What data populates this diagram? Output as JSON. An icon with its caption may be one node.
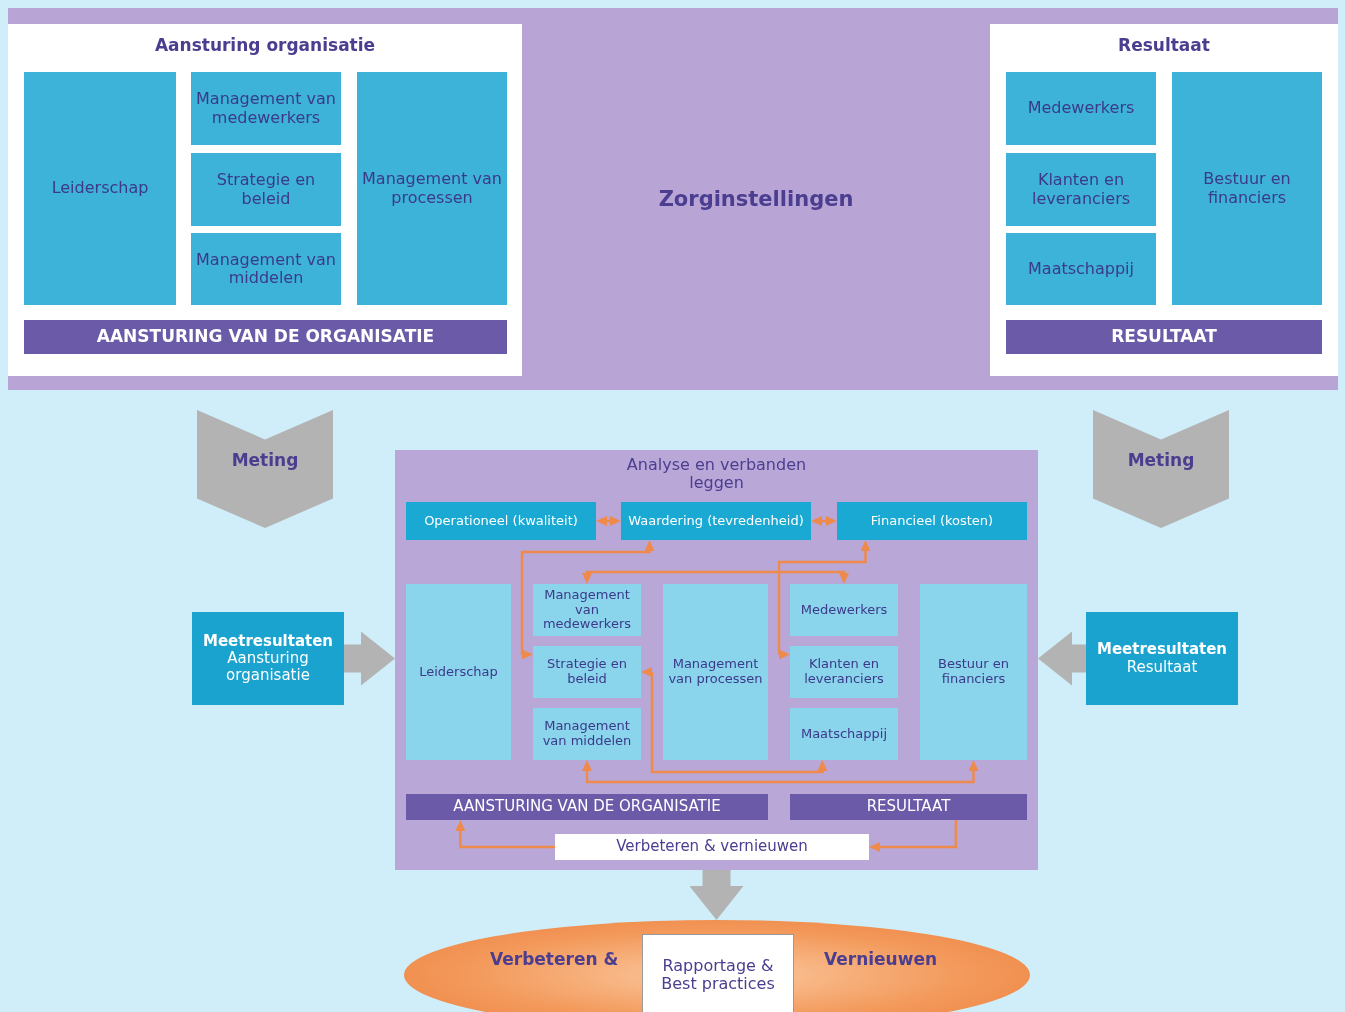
{
  "diagram": {
    "nodes": [
      {
        "text": [
          "Zorginstellingen"
        ]
      },
      {
        "text": [
          "Aansturing organisatie"
        ],
        "in": 0
      },
      {
        "text": [
          "Leiderschap"
        ],
        "in": 1
      },
      {
        "text": [
          "Management van medewerkers"
        ],
        "in": 1
      },
      {
        "text": [
          "Strategie en beleid"
        ],
        "in": 1
      },
      {
        "text": [
          "Management van middelen"
        ],
        "in": 1
      },
      {
        "text": [
          "Management van processen"
        ],
        "in": 1
      },
      {
        "text": [
          "AANSTURING VAN DE ORGANISATIE"
        ],
        "in": 1
      },
      {
        "text": [
          "Resultaat"
        ],
        "in": 0
      },
      {
        "text": [
          "Medewerkers"
        ],
        "in": 8
      },
      {
        "text": [
          "Klanten en leveranciers"
        ],
        "in": 8
      },
      {
        "text": [
          "Maatschappij"
        ],
        "in": 8
      },
      {
        "text": [
          "Bestuur en financiers"
        ],
        "in": 8
      },
      {
        "text": [
          "RESULTAAT"
        ],
        "in": 8
      },
      {
        "text": [
          "Meting"
        ]
      },
      {
        "text": [
          "Meting"
        ]
      },
      {
        "text": [
          "Meetresultaten",
          "Aansturing organisatie"
        ]
      },
      {
        "text": [
          "Meetresultaten",
          "Resultaat"
        ]
      },
      {
        "text": [
          "Analyse en verbanden leggen"
        ]
      },
      {
        "text": [
          "Operationeel (kwaliteit)"
        ],
        "in": 18
      },
      {
        "text": [
          "Waardering (tevredenheid)"
        ],
        "in": 18
      },
      {
        "text": [
          "Financieel (kosten)"
        ],
        "in": 18
      },
      {
        "text": [
          "Leiderschap"
        ],
        "in": 18
      },
      {
        "text": [
          "Management van medewerkers"
        ],
        "in": 18
      },
      {
        "text": [
          "Strategie en beleid"
        ],
        "in": 18
      },
      {
        "text": [
          "Management van middelen"
        ],
        "in": 18
      },
      {
        "text": [
          "Management van processen"
        ],
        "in": 18
      },
      {
        "text": [
          "Medewerkers"
        ],
        "in": 18
      },
      {
        "text": [
          "Klanten en leveranciers"
        ],
        "in": 18
      },
      {
        "text": [
          "Maatschappij"
        ],
        "in": 18
      },
      {
        "text": [
          "Bestuur en financiers"
        ],
        "in": 18
      },
      {
        "text": [
          "AANSTURING VAN DE ORGANISATIE"
        ],
        "in": 18
      },
      {
        "text": [
          "RESULTAAT"
        ],
        "in": 18
      },
      {
        "text": [
          "Verbeteren & vernieuwen"
        ],
        "in": 18
      },
      {
        "text": [
          "Verbeteren &",
          "Vernieuwen"
        ]
      },
      {
        "text": [
          "Rapportage & Best practices"
        ],
        "in": 34
      }
    ],
    "edges": [
      {
        "from": 16,
        "to": 18,
        "arrow": "to",
        "style": "thick",
        "color": "#b3b3b3"
      },
      {
        "from": 17,
        "to": 18,
        "arrow": "to",
        "style": "thick",
        "color": "#b3b3b3"
      },
      {
        "from": 19,
        "to": 20,
        "arrow": "both"
      },
      {
        "from": 20,
        "to": 21,
        "arrow": "both"
      },
      {
        "from": 20,
        "to": 22,
        "arrow": "both"
      },
      {
        "from": 21,
        "to": 26,
        "arrow": "both"
      },
      {
        "from": 27,
        "to": 23,
        "arrow": "both"
      },
      {
        "from": 24,
        "to": 29,
        "arrow": "both"
      },
      {
        "from": 25,
        "to": 30,
        "arrow": "both"
      },
      {
        "from": 32,
        "to": 33,
        "arrow": "to"
      },
      {
        "from": 33,
        "to": 31,
        "arrow": "to"
      },
      {
        "from": 18,
        "to": 34,
        "arrow": "to",
        "style": "thick",
        "color": "#b3b3b3"
      }
    ]
  }
}
